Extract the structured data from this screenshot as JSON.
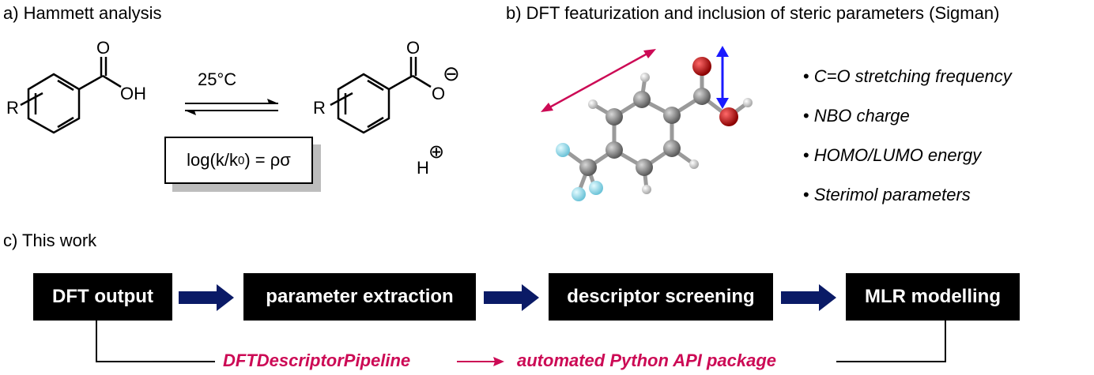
{
  "panel_a": {
    "title": "a) Hammett analysis",
    "temperature": "25°C",
    "equation": {
      "prefix": "log(k/k",
      "subscript": "0",
      "suffix": ") = ρσ"
    },
    "reactant": {
      "r_label": "R",
      "o_label": "O",
      "oh_label": "OH"
    },
    "product": {
      "r_label": "R",
      "o_label": "O",
      "o_minus_label": "O",
      "minus_charge": "⊖",
      "proton": "H",
      "plus_charge": "⊕"
    }
  },
  "panel_b": {
    "title": "b) DFT featurization and inclusion of steric parameters (Sigman)",
    "bullets": [
      "C=O stretching frequency",
      "NBO charge",
      "HOMO/LUMO energy",
      "Sterimol parameters"
    ],
    "colors": {
      "carbon": "#8a8a8a",
      "oxygen": "#cc0000",
      "fluorine": "#8fd6e6",
      "hydrogen": "#e8e8e8",
      "stretch_arrow": "#1a1aff",
      "steric_arrow": "#cc0a55"
    }
  },
  "panel_c": {
    "title": "c) This work",
    "stages": [
      "DFT output",
      "parameter extraction",
      "descriptor screening",
      "MLR modelling"
    ],
    "pipeline_name": "DFTDescriptorPipeline",
    "pipeline_description": "automated Python API package",
    "colors": {
      "stage_bg": "#000000",
      "flow_arrow": "#0a1a66",
      "pipeline_text": "#cc0a55"
    }
  }
}
